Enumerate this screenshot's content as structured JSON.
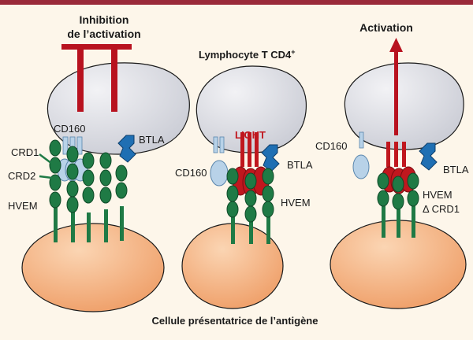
{
  "panel1": {
    "title_line1": "Inhibition",
    "title_line2": "de l’activation",
    "label_cd160": "CD160",
    "label_btla": "BTLA",
    "label_crd1": "CRD1",
    "label_crd2": "CRD2",
    "label_hvem": "HVEM"
  },
  "panel2": {
    "title": "Lymphocyte T CD4",
    "title_sup": "+",
    "label_light": "LIGHT",
    "label_cd160": "CD160",
    "label_btla": "BTLA",
    "label_hvem": "HVEM"
  },
  "panel3": {
    "title": "Activation",
    "label_cd160": "CD160",
    "label_btla": "BTLA",
    "label_hvem": "HVEM",
    "label_hvem_sub": "Δ CRD1"
  },
  "footer": {
    "caption": "Cellule présentatrice de l’antigène"
  },
  "colors": {
    "header_bar": "#9a2a3a",
    "inhibition_red": "#b8121f",
    "tcell_fill": "#dcdde4",
    "apc_fill": "#f2a877",
    "hvem_green": "#1f7a45",
    "light_red": "#c0171e",
    "cd160_blue": "#b8d2e8",
    "btla_blue": "#1f6fb3"
  }
}
